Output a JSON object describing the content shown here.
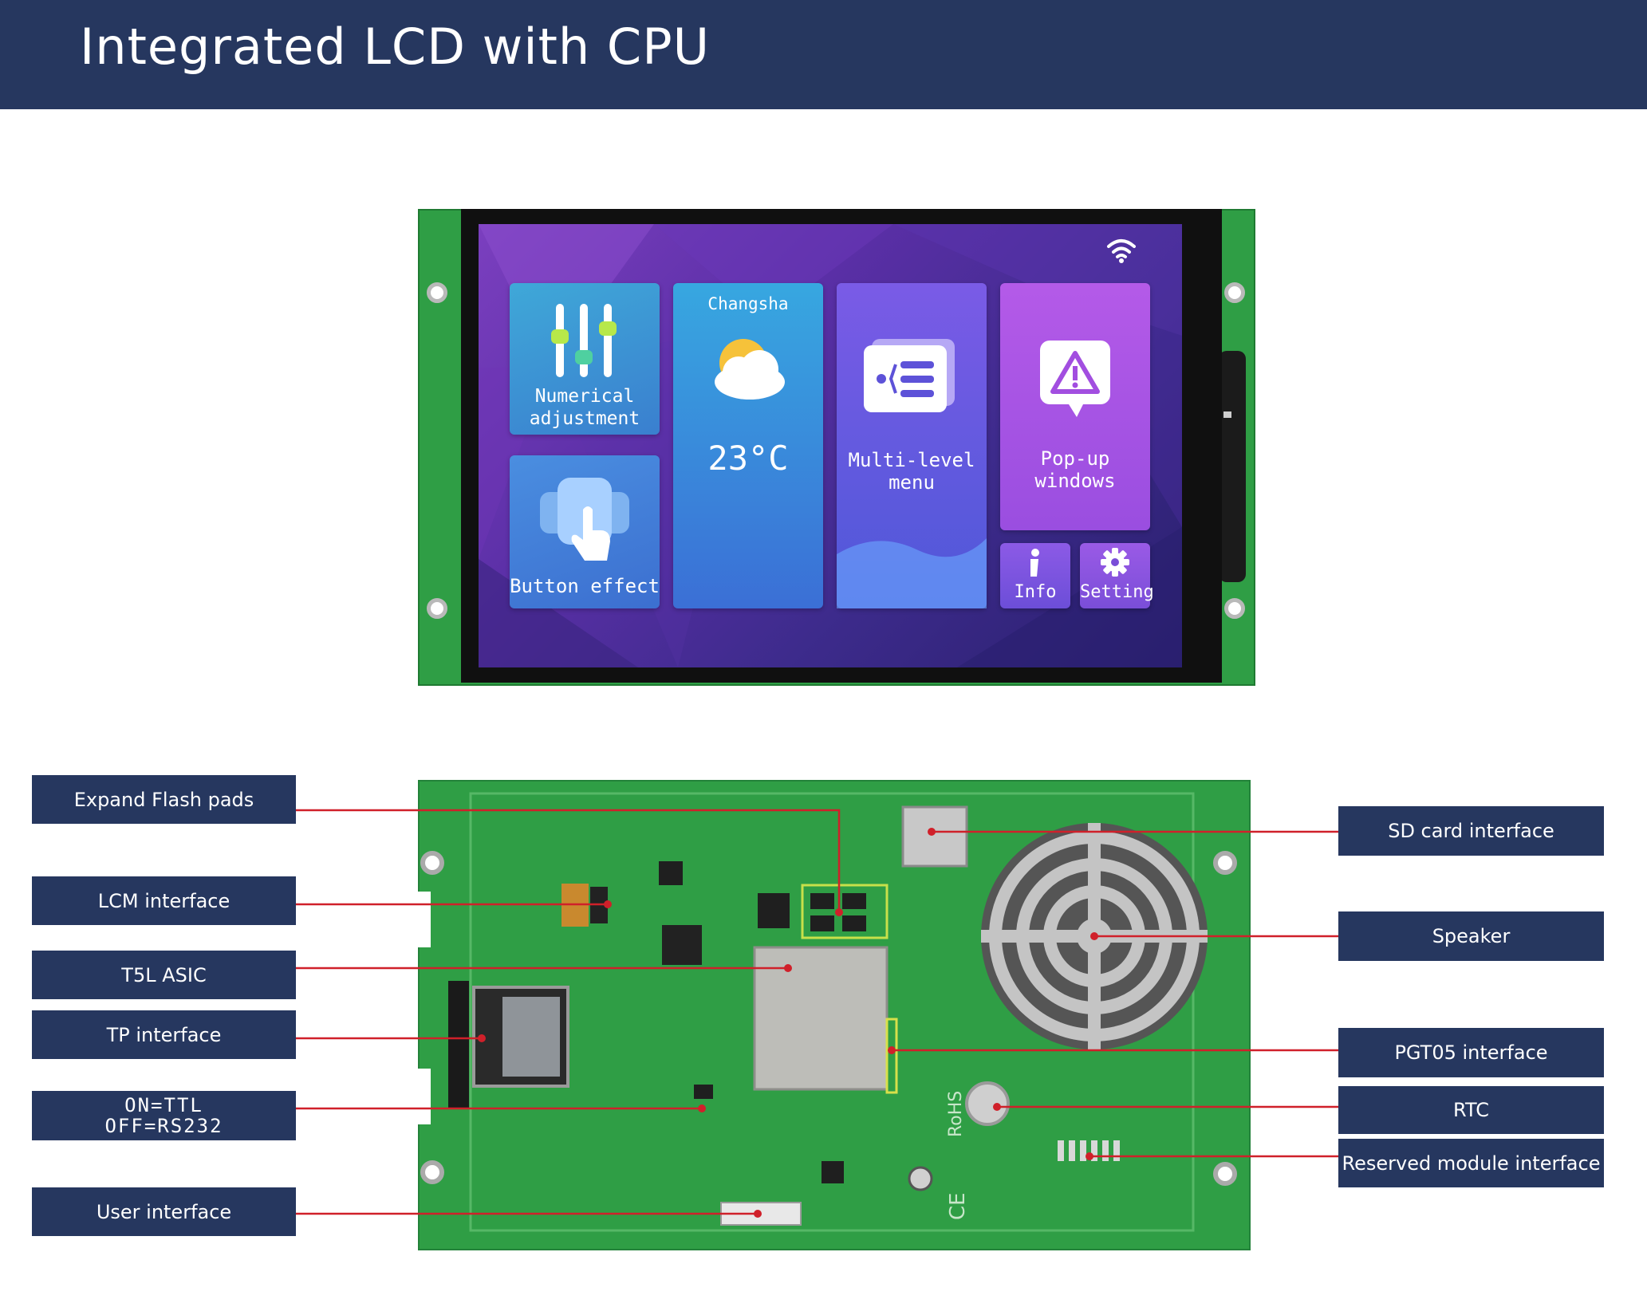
{
  "header": {
    "title": "Integrated LCD with CPU"
  },
  "screen": {
    "tiles": {
      "numerical": "Numerical\nadjustment",
      "button": "Button effect",
      "weather_city": "Changsha",
      "weather_temp": "23°C",
      "menu": "Multi-level\nmenu",
      "popup": "Pop-up\nwindows",
      "info": "Info",
      "setting": "Setting"
    }
  },
  "board": {
    "markings": {
      "rohs": "RoHS",
      "ce": "CE"
    }
  },
  "callouts": {
    "left": [
      {
        "label": "Expand Flash pads"
      },
      {
        "label": "LCM interface"
      },
      {
        "label": "T5L ASIC"
      },
      {
        "label": "TP interface"
      },
      {
        "label": "ON=TTL\nOFF=RS232"
      },
      {
        "label": "User interface"
      }
    ],
    "right": [
      {
        "label": "SD card interface"
      },
      {
        "label": "Speaker"
      },
      {
        "label": "PGT05 interface"
      },
      {
        "label": "RTC"
      },
      {
        "label": "Reserved module interface"
      }
    ]
  },
  "colors": {
    "header_bg": "#26375f",
    "callout_bg": "#26375f",
    "leader_line": "#d0202a",
    "pcb_green": "#2f9e45"
  }
}
